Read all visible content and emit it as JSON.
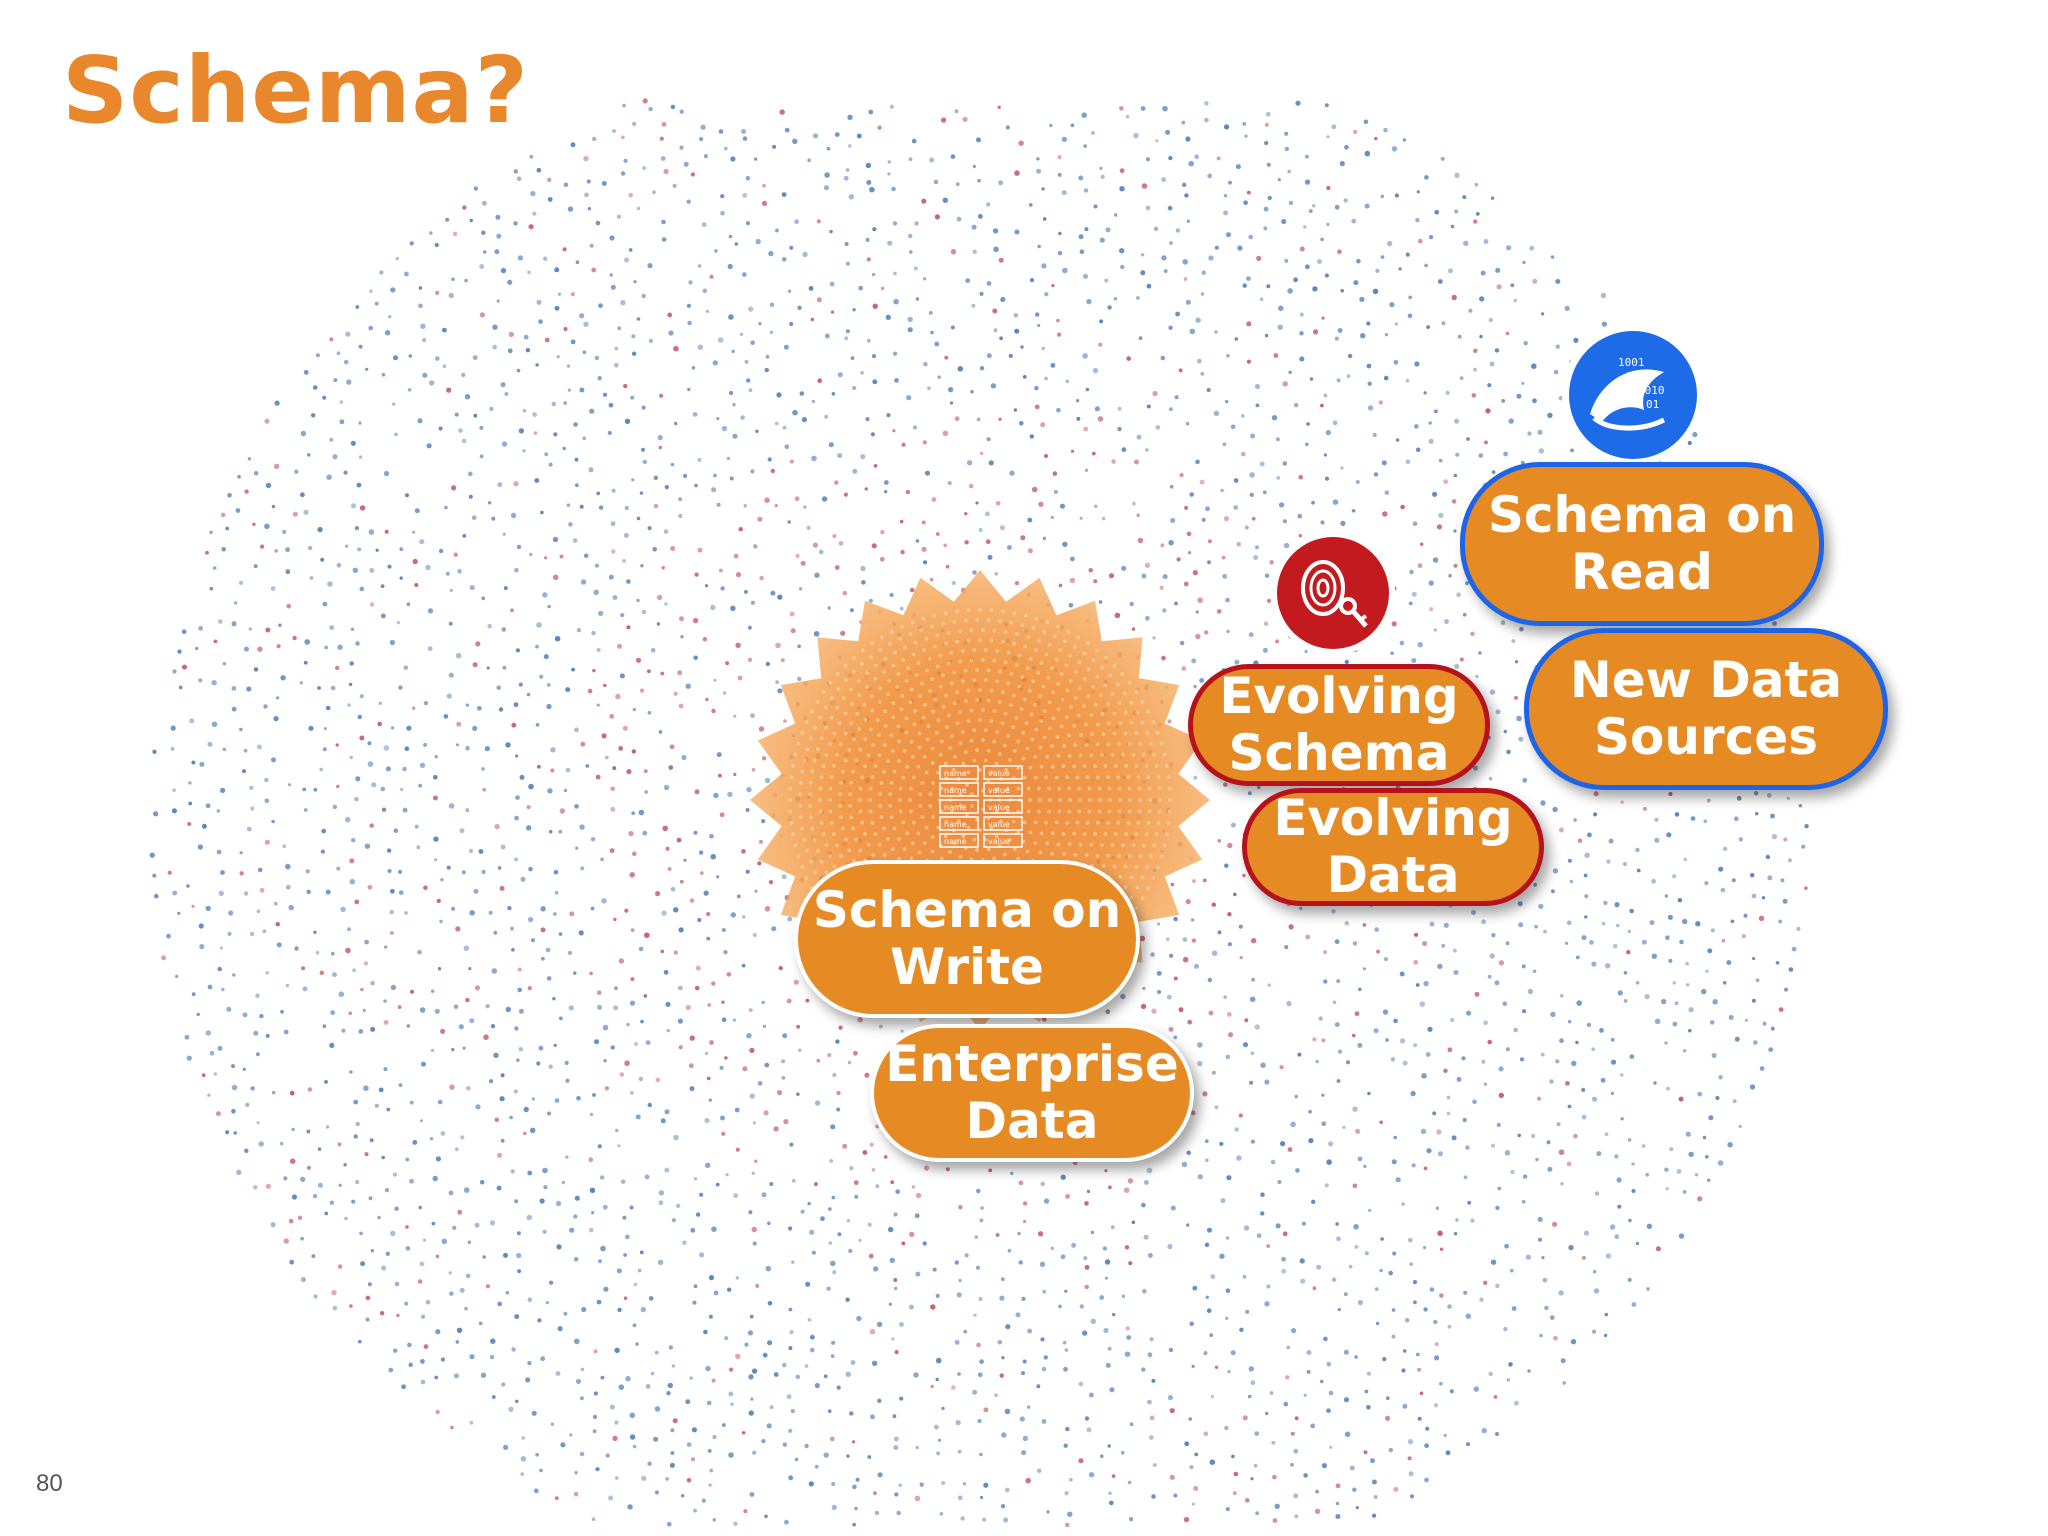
{
  "slide": {
    "title": "Schema?",
    "page_number": "80"
  },
  "colors": {
    "title": "#E8872B",
    "pill_fill": "#E68A23",
    "pill_text": "#FFFFFF",
    "evolving_border": "#B5121B",
    "read_border": "#1E64E6",
    "dot_blue": "#4A7BB5",
    "dot_red": "#C0506A",
    "dot_orange": "#F2A24F"
  },
  "icons": {
    "table": "table-icon",
    "key": "fingerprint-key-icon",
    "data_wave": "data-wave-icon"
  },
  "table_icon_cells": [
    [
      "name",
      "value"
    ],
    [
      "name",
      "value"
    ],
    [
      "name",
      "value"
    ],
    [
      "name",
      "value"
    ],
    [
      "name",
      "value"
    ]
  ],
  "labels": {
    "schema_on_write": "Schema on\nWrite",
    "enterprise_data": "Enterprise\nData",
    "evolving_schema": "Evolving\nSchema",
    "evolving_data": "Evolving\nData",
    "schema_on_read": "Schema on\nRead",
    "new_data_sources": "New Data\nSources"
  }
}
